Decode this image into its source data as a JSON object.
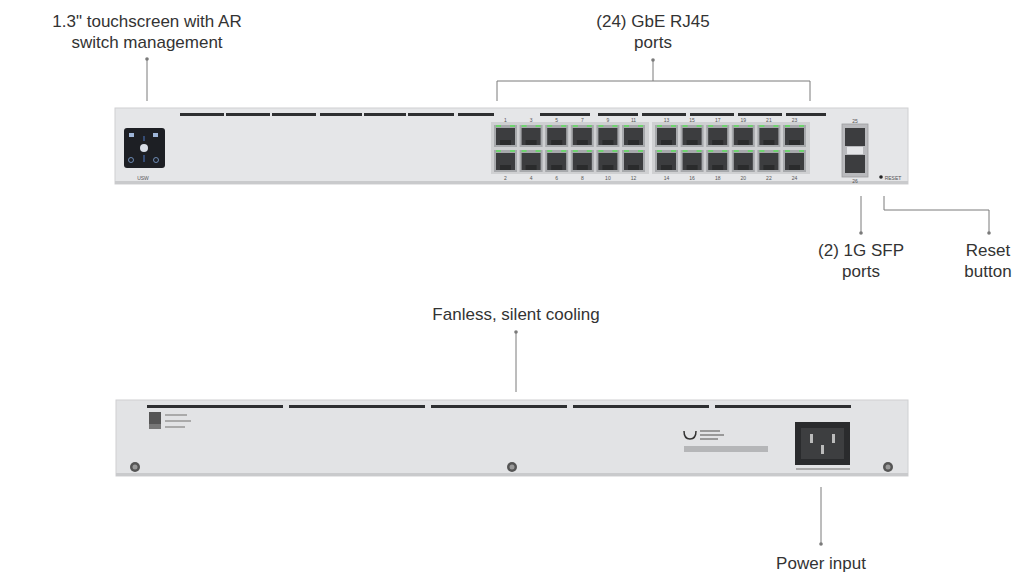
{
  "diagram": {
    "labels": [
      "1.3\" touchscreen with AR switch management",
      "(24) GbE RJ45 ports",
      "(2) 1G SFP ports",
      "Reset button",
      "Fanless, silent cooling",
      "Power input",
      "USW",
      "RESET",
      "1",
      "2",
      "3",
      "4",
      "5",
      "6",
      "7",
      "8",
      "9",
      "10",
      "11",
      "12",
      "13",
      "14",
      "15",
      "16",
      "17",
      "18",
      "19",
      "20",
      "21",
      "22",
      "23",
      "24",
      "25",
      "26"
    ]
  }
}
